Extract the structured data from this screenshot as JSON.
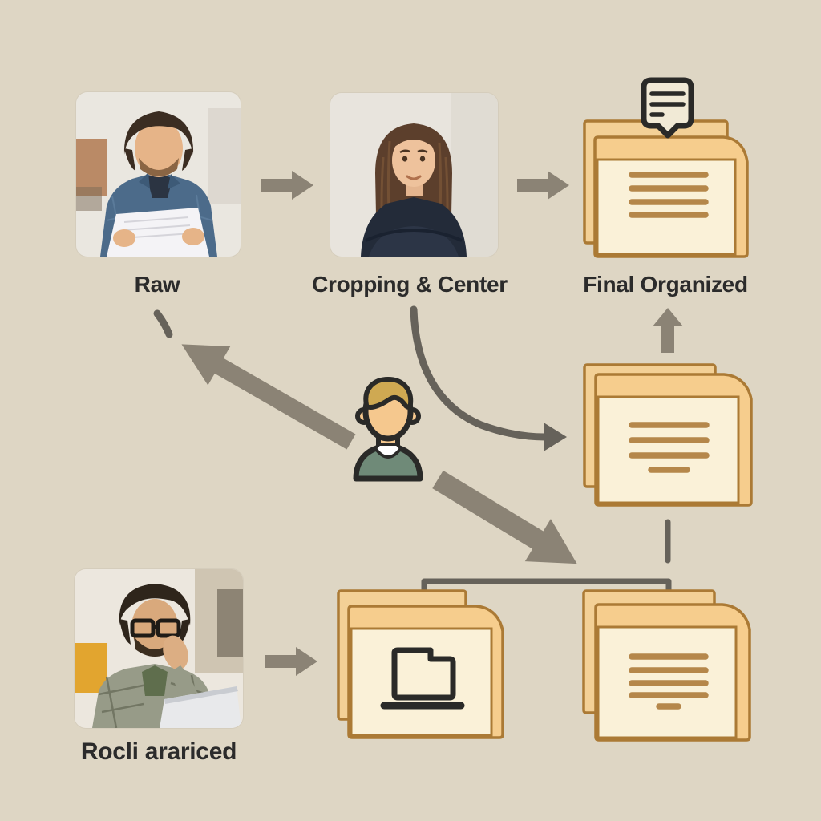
{
  "labels": {
    "raw": "Raw",
    "cropping": "Cropping & Center",
    "final": "Final Organized",
    "review": "Rocli arariced"
  },
  "colors": {
    "background": "#ded6c4",
    "label_text": "#2b2b2b",
    "block_arrow_gray": "#8b8375",
    "connector_gray": "#66625a",
    "folder_back_fill": "#f3d096",
    "folder_front_fill": "#faf1d8",
    "folder_band_fill": "#f6cd8d",
    "folder_border": "#ab7a35",
    "folder_text_line": "#b5874a",
    "icon_dark": "#2a2a28",
    "person_hair": "#cfa952",
    "person_skin": "#f5c88e",
    "person_shirt": "#6f8a78"
  },
  "icons": {
    "final_badge": "note-document-icon",
    "bottom_middle_folder": "laptop-icon",
    "center": "person-avatar-icon"
  },
  "photos": {
    "top_left": "man-reading-paper-photo",
    "top_middle": "woman-portrait-arms-crossed-photo",
    "bottom_left": "man-with-glasses-at-laptop-photo"
  },
  "edges": [
    {
      "from": "raw-photo",
      "to": "cropping-photo",
      "style": "block-arrow-right"
    },
    {
      "from": "cropping-photo",
      "to": "final-organized-stack",
      "style": "block-arrow-right"
    },
    {
      "from": "cropping-photo",
      "to": "intermediate-stack",
      "style": "curved-arrow"
    },
    {
      "from": "person-avatar",
      "to": "raw-photo",
      "style": "thick-diagonal-arrow"
    },
    {
      "from": "person-avatar",
      "to": "bottom-folders",
      "style": "thick-diagonal-arrow"
    },
    {
      "from": "intermediate-stack",
      "to": "final-organized-stack",
      "style": "block-arrow-up"
    },
    {
      "from": "intermediate-stack",
      "to": "connector-bracket",
      "style": "dashed-vertical"
    },
    {
      "from": "review-photo",
      "to": "laptop-folder-stack",
      "style": "block-arrow-right"
    },
    {
      "from": "laptop-folder-stack",
      "to": "notes-folder-stack",
      "style": "bracket-connector"
    }
  ]
}
